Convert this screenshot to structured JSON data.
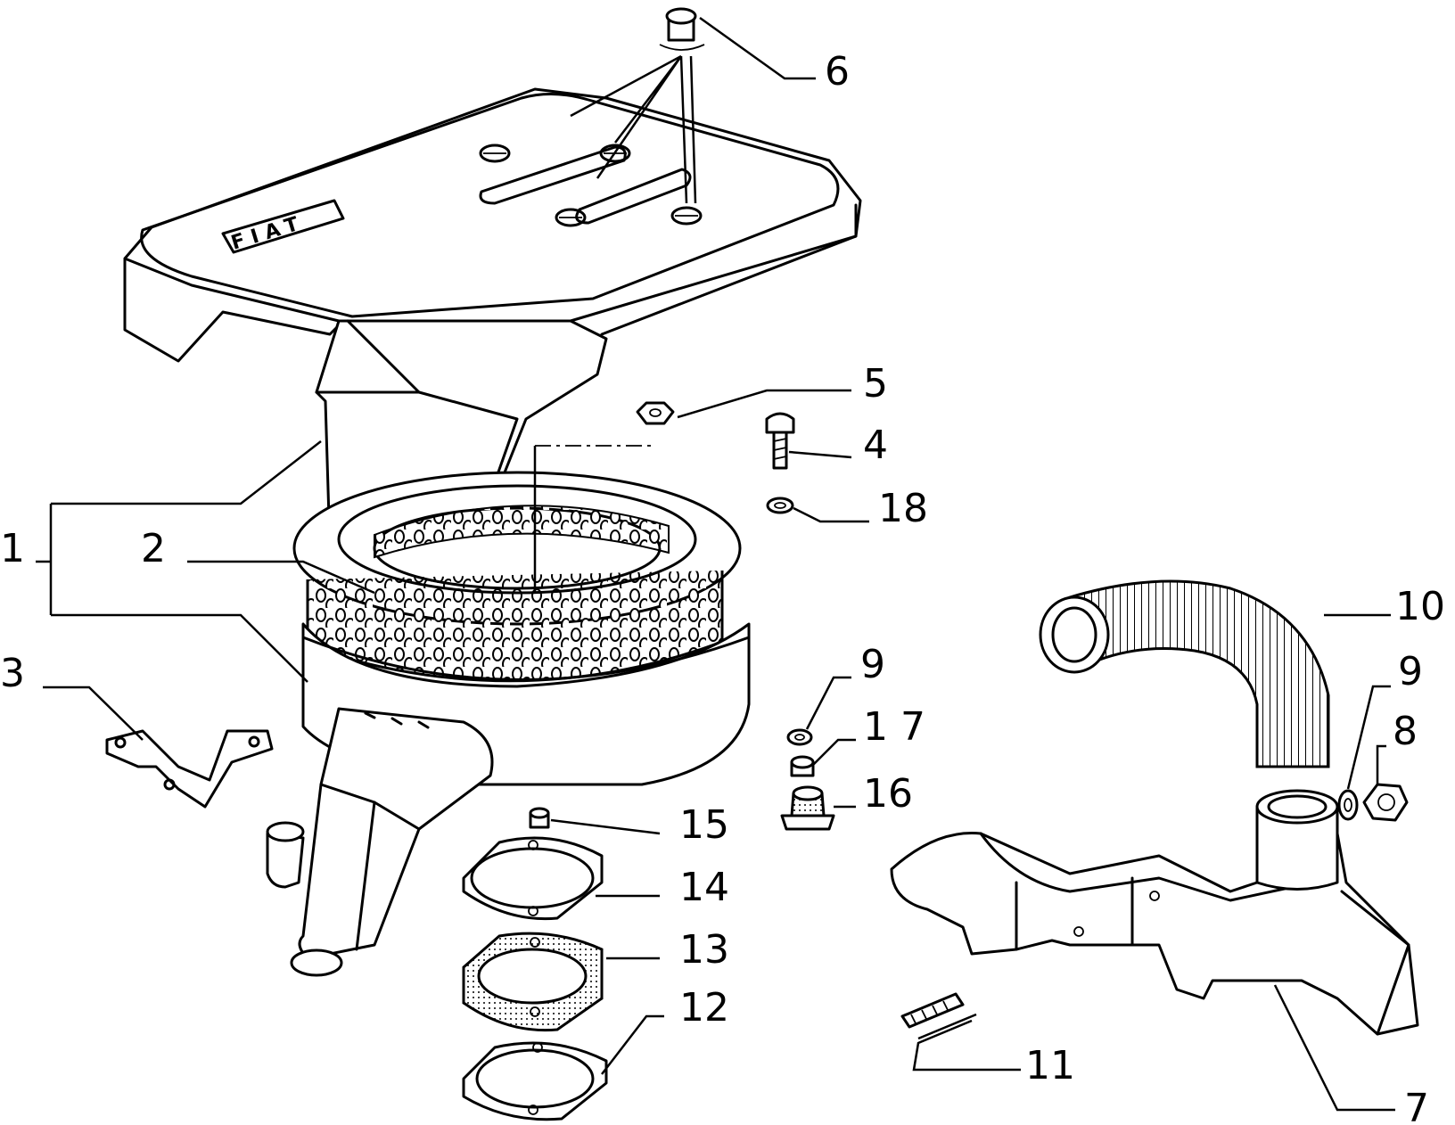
{
  "diagram": {
    "logo_text": "FIAT",
    "callouts": [
      {
        "id": "1",
        "text": "1"
      },
      {
        "id": "2",
        "text": "2"
      },
      {
        "id": "3",
        "text": "3"
      },
      {
        "id": "4",
        "text": "4"
      },
      {
        "id": "5",
        "text": "5"
      },
      {
        "id": "6",
        "text": "6"
      },
      {
        "id": "7",
        "text": "7"
      },
      {
        "id": "8",
        "text": "8"
      },
      {
        "id": "9a",
        "text": "9"
      },
      {
        "id": "9b",
        "text": "9"
      },
      {
        "id": "10",
        "text": "10"
      },
      {
        "id": "11",
        "text": "11"
      },
      {
        "id": "12",
        "text": "12"
      },
      {
        "id": "13",
        "text": "13"
      },
      {
        "id": "14",
        "text": "14"
      },
      {
        "id": "15",
        "text": "15"
      },
      {
        "id": "16",
        "text": "16"
      },
      {
        "id": "17",
        "text": "1 7"
      },
      {
        "id": "18",
        "text": "18"
      }
    ]
  }
}
